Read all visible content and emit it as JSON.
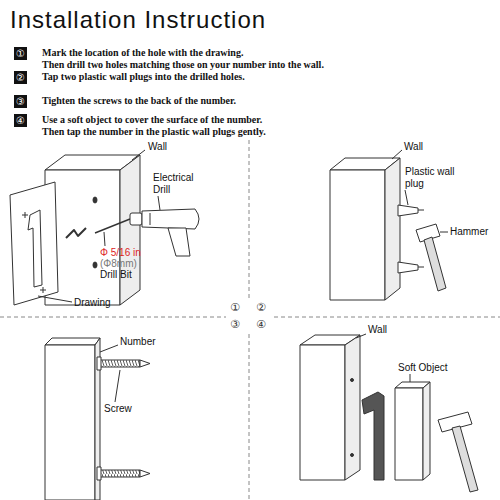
{
  "diagram": {
    "title": "Installation Instruction",
    "labels": [
      "①",
      "Mark the location of the hole with the drawing.",
      "Then drill two holes matching those on your number into the wall.",
      "②",
      "Tap two plastic wall plugs into the drilled holes.",
      "③",
      "Tighten the screws to the back of the number.",
      "④",
      "Use a soft object to cover the surface of the number.",
      "Then tap the number in the plastic wall plugs gently.",
      "Wall",
      "Electrical Drill",
      "Φ 5/16 in",
      "(Φ8mm)",
      "Drill Bit",
      "Drawing",
      "①",
      "②",
      "③",
      "④",
      "Wall",
      "Plastic wall plug",
      "Hammer",
      "Number",
      "Screw",
      "Wall",
      "Soft Object"
    ]
  }
}
